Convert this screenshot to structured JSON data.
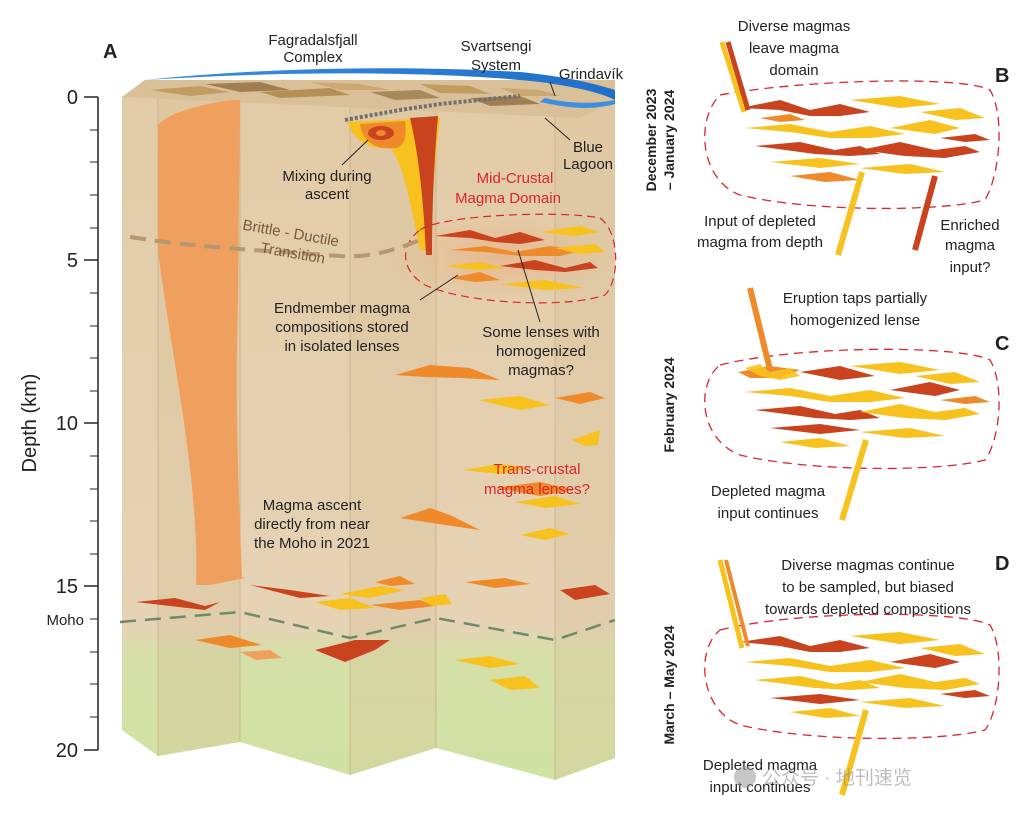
{
  "panel_a": {
    "letter": "A",
    "y_axis": {
      "label": "Depth (km)",
      "ticks": [
        "0",
        "5",
        "10",
        "15",
        "20"
      ],
      "moho_label": "Moho"
    },
    "labels": {
      "fagradalsfjall_1": "Fagradalsfjall",
      "fagradalsfjall_2": "Complex",
      "svartsengi_1": "Svartsengi",
      "svartsengi_2": "System",
      "grindavik": "Grindavík",
      "blue_lagoon_1": "Blue",
      "blue_lagoon_2": "Lagoon",
      "mixing_1": "Mixing during",
      "mixing_2": "ascent",
      "mid_crustal_1": "Mid-Crustal",
      "mid_crustal_2": "Magma Domain",
      "brittle_1": "Brittle - Ductile",
      "brittle_2": "Transition",
      "endmember_1": "Endmember magma",
      "endmember_2": "compositions stored",
      "endmember_3": "in isolated lenses",
      "homog_1": "Some lenses with",
      "homog_2": "homogenized",
      "homog_3": "magmas?",
      "trans_1": "Trans-crustal",
      "trans_2": "magma lenses?",
      "ascent_1": "Magma ascent",
      "ascent_2": "directly from near",
      "ascent_3": "the Moho in 2021"
    }
  },
  "panel_b": {
    "letter": "B",
    "period_1": "December 2023",
    "period_2": "– January 2024",
    "label_top_1": "Diverse magmas",
    "label_top_2": "leave magma",
    "label_top_3": "domain",
    "label_depleted_1": "Input of depleted",
    "label_depleted_2": "magma from depth",
    "label_enriched_1": "Enriched",
    "label_enriched_2": "magma",
    "label_enriched_3": "input?"
  },
  "panel_c": {
    "letter": "C",
    "period": "February 2024",
    "label_top_1": "Eruption taps partially",
    "label_top_2": "homogenized lense",
    "label_bottom_1": "Depleted magma",
    "label_bottom_2": "input continues"
  },
  "panel_d": {
    "letter": "D",
    "period": "March – May 2024",
    "label_top_1": "Diverse magmas continue",
    "label_top_2": "to be sampled, but biased",
    "label_top_3": "towards depleted compositions",
    "label_bottom_1": "Depleted magma",
    "label_bottom_2": "input continues"
  },
  "watermark": "公众号 · 地刊速览",
  "colors": {
    "crust": "#e8d3b4",
    "crust_dark": "#d9c19e",
    "mantle": "#c9dc9c",
    "enriched": "#c8431e",
    "depleted": "#f7c21d",
    "intermediate": "#ef8a2a",
    "conduit": "#f0a05e",
    "domain_outline": "#d9262c",
    "ocean": "#2f7fd6"
  }
}
